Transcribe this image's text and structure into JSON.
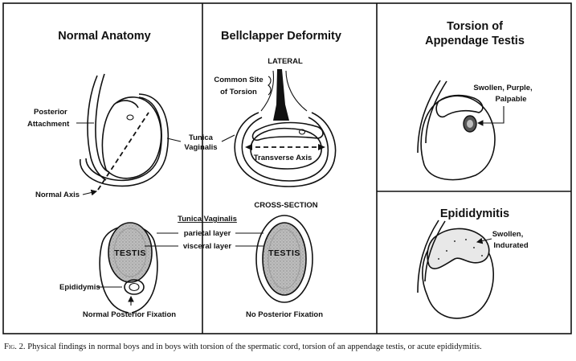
{
  "panels": {
    "normal": {
      "title": "Normal Anatomy",
      "posterior_attachment": [
        "Posterior",
        "Attachment"
      ],
      "normal_axis": "Normal Axis",
      "tunica_vaginalis": [
        "Tunica",
        "Vaginalis"
      ],
      "tunica_vaginalis_heading": "Tunica Vaginalis",
      "parietal_layer": "parietal layer",
      "visceral_layer": "visceral layer",
      "testis_label": "TESTIS",
      "epididymis": "Epididymis",
      "fixation": "Normal Posterior Fixation"
    },
    "bellclapper": {
      "title": "Bellclapper Deformity",
      "lateral": "LATERAL",
      "common_site": [
        "Common Site",
        "of Torsion"
      ],
      "transverse_axis": "Transverse Axis",
      "cross_section": "CROSS-SECTION",
      "testis_label": "TESTIS",
      "fixation": "No Posterior Fixation"
    },
    "appendage": {
      "title": [
        "Torsion of",
        "Appendage Testis"
      ],
      "annotation": [
        "Swollen, Purple,",
        "Palpable"
      ]
    },
    "epididymitis": {
      "title": "Epididymitis",
      "annotation": [
        "Swollen,",
        "Indurated"
      ]
    }
  },
  "caption": {
    "fig_no": "Fig. 2.",
    "text": "Physical findings in normal boys and in boys with torsion of the spermatic cord, torsion of an appendage testis, or acute epididymitis."
  }
}
